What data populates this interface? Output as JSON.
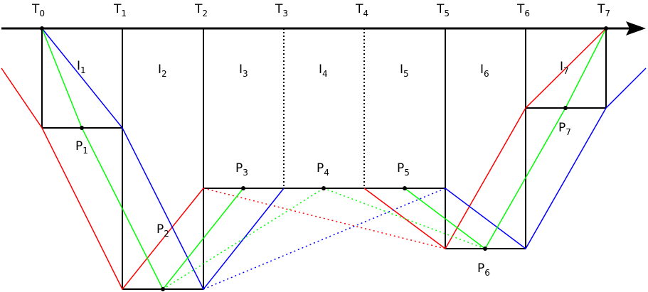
{
  "colors": {
    "axis": "#000000",
    "frame": "#000000",
    "red": "#ff0000",
    "blue": "#0000ff",
    "green": "#00ff00",
    "point": "#000000"
  },
  "time_labels": [
    {
      "base": "T",
      "sub": "0"
    },
    {
      "base": "T",
      "sub": "1"
    },
    {
      "base": "T",
      "sub": "2"
    },
    {
      "base": "T",
      "sub": "3"
    },
    {
      "base": "T",
      "sub": "4"
    },
    {
      "base": "T",
      "sub": "5"
    },
    {
      "base": "T",
      "sub": "6"
    },
    {
      "base": "T",
      "sub": "7"
    }
  ],
  "interval_labels": [
    {
      "base": "I",
      "sub": "1"
    },
    {
      "base": "I",
      "sub": "2"
    },
    {
      "base": "I",
      "sub": "3"
    },
    {
      "base": "I",
      "sub": "4"
    },
    {
      "base": "I",
      "sub": "5"
    },
    {
      "base": "I",
      "sub": "6"
    },
    {
      "base": "I",
      "sub": "7"
    }
  ],
  "point_labels": [
    {
      "base": "P",
      "sub": "1"
    },
    {
      "base": "P",
      "sub": "2"
    },
    {
      "base": "P",
      "sub": "3"
    },
    {
      "base": "P",
      "sub": "4"
    },
    {
      "base": "P",
      "sub": "5"
    },
    {
      "base": "P",
      "sub": "6"
    },
    {
      "base": "P",
      "sub": "7"
    }
  ]
}
